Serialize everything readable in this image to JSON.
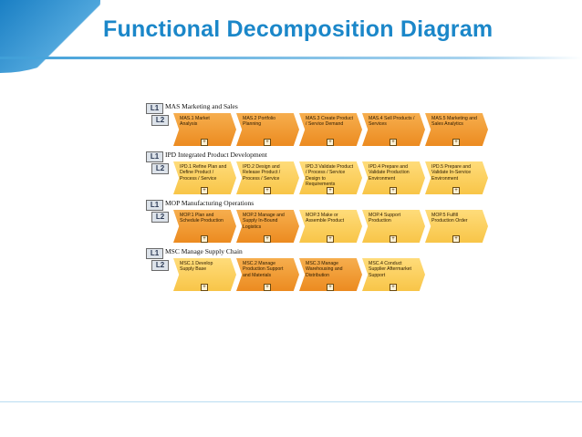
{
  "page": {
    "title": "Functional Decomposition Diagram",
    "accent": "#1b87c9"
  },
  "diagram": {
    "colors": {
      "dark": "#ec8b20",
      "light": "#f8c548"
    },
    "sections": [
      {
        "l1": "L1",
        "l2": "L2",
        "title": "MAS  Marketing and Sales",
        "items": [
          {
            "label": "MAS.1  Market Analysis",
            "style": "dark",
            "plus": "+"
          },
          {
            "label": "MAS.2  Portfolio Planning",
            "style": "dark",
            "plus": "+"
          },
          {
            "label": "MAS.3  Create Product / Service Demand",
            "style": "dark",
            "plus": "+"
          },
          {
            "label": "MAS.4  Sell Products / Services",
            "style": "dark",
            "plus": "+"
          },
          {
            "label": "MAS.5  Marketing and Sales Analytics",
            "style": "dark",
            "plus": "+"
          }
        ]
      },
      {
        "l1": "L1",
        "l2": "L2",
        "title": "IPD  Integrated Product Development",
        "items": [
          {
            "label": "IPD.1  Refine Plan and Define Product / Process / Service",
            "style": "light",
            "plus": "+"
          },
          {
            "label": "IPD.2  Design and Release Product / Process / Service",
            "style": "light",
            "plus": "+"
          },
          {
            "label": "IPD.3  Validate Product / Process / Service Design to Requirements",
            "style": "light",
            "plus": "+"
          },
          {
            "label": "IPD.4  Prepare and Validate Production Environment",
            "style": "light",
            "plus": "+"
          },
          {
            "label": "IPD.5  Prepare and Validate In-Service Environment",
            "style": "light",
            "plus": "+"
          }
        ]
      },
      {
        "l1": "L1",
        "l2": "L2",
        "title": "MOP  Manufacturing Operations",
        "items": [
          {
            "label": "MOP.1  Plan and Schedule Production",
            "style": "dark",
            "plus": "+"
          },
          {
            "label": "MOP.2  Manage and Supply In-Bound Logistics",
            "style": "dark",
            "plus": "+"
          },
          {
            "label": "MOP.3  Make or Assemble Product",
            "style": "light",
            "plus": "+"
          },
          {
            "label": "MOP.4  Support Production",
            "style": "light",
            "plus": "+"
          },
          {
            "label": "MOP.5  Fulfill Production Order",
            "style": "light",
            "plus": "+"
          }
        ]
      },
      {
        "l1": "L1",
        "l2": "L2",
        "title": "MSC  Manage Supply Chain",
        "items": [
          {
            "label": "MSC.1  Develop Supply Base",
            "style": "light",
            "plus": "+"
          },
          {
            "label": "MSC.2  Manage Production Support and Materials",
            "style": "dark",
            "plus": "+"
          },
          {
            "label": "MSC.3  Manage Warehousing and Distribution",
            "style": "dark",
            "plus": "+"
          },
          {
            "label": "MSC.4  Conduct Supplier Aftermarket Support",
            "style": "light",
            "plus": "+"
          }
        ]
      }
    ]
  }
}
